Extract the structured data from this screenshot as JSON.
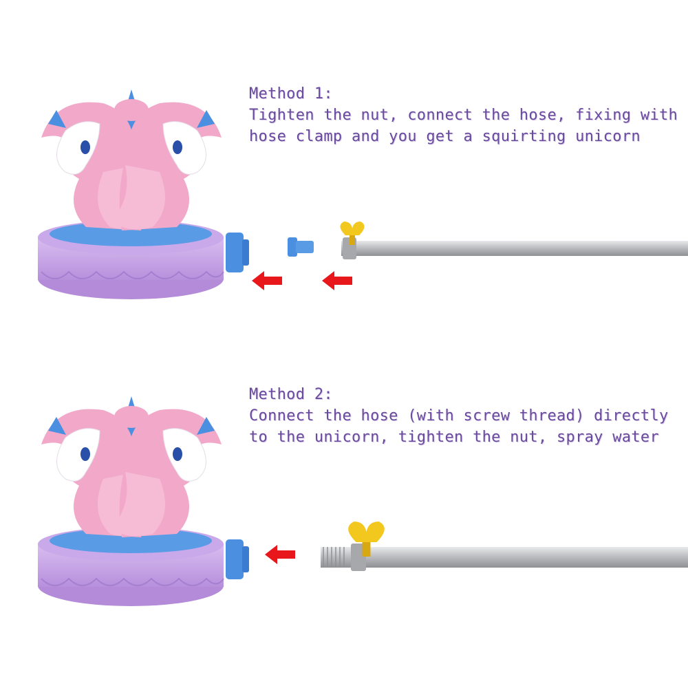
{
  "methods": [
    {
      "title": "Method 1:",
      "lines": [
        "Tighten the nut, connect the hose, fixing with",
        "hose clamp and you get a squirting unicorn"
      ]
    },
    {
      "title": "Method 2:",
      "lines": [
        "Connect the hose (with screw thread) directly",
        "to the unicorn, tighten the nut, spray water"
      ]
    }
  ],
  "colors": {
    "text": "#6a4a9e",
    "arrow": "#e8171c",
    "base": "#c9a6e6",
    "mane": "#f2a9c9",
    "accent_blue": "#4a8fe0",
    "hose": "#c4c6c9",
    "clamp": "#f3c81e"
  }
}
